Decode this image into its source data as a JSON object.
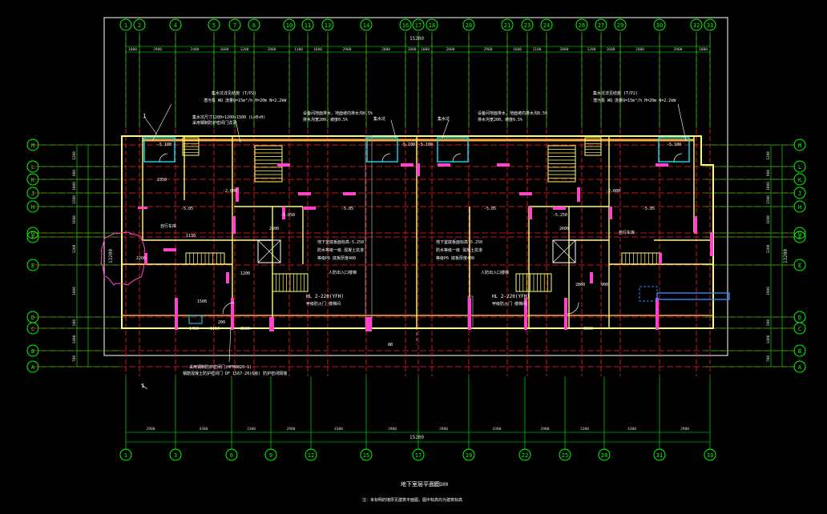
{
  "drawing": {
    "title": "地下室层平面图",
    "scale": "1:100",
    "note": "注：未标明的墙厚见建筑平面图，图中标高均为建筑标高"
  },
  "colors": {
    "background": "#000000",
    "grid_axis": "#00ff00",
    "axis_line": "#ff2020",
    "wall": "#ffff66",
    "wall_fill": "#ffaa44",
    "column": "#ff44cc",
    "dimension": "#dddddd",
    "annotation": "#ffffff",
    "fixture": "#00e5ff",
    "frame": "#ffffff",
    "cloud": "#ff44cc",
    "blue_elements": "#3388ff"
  },
  "axes": {
    "top": [
      "1",
      "2",
      "4",
      "5",
      "7",
      "8",
      "10",
      "11",
      "13",
      "14",
      "16",
      "17",
      "18",
      "20",
      "21",
      "23",
      "24",
      "26",
      "27",
      "29",
      "30",
      "32",
      "33"
    ],
    "bottom": [
      "1",
      "3",
      "6",
      "9",
      "12",
      "15",
      "17",
      "19",
      "22",
      "25",
      "28",
      "31",
      "33"
    ],
    "rows": [
      "M",
      "L",
      "K",
      "J",
      "H",
      "G",
      "F",
      "E",
      "D",
      "C",
      "B",
      "A"
    ]
  },
  "dimensions": {
    "top_overall": "15200",
    "top_segments": [
      "1000",
      "2900",
      "2400",
      "1600",
      "1200",
      "2800",
      "1100",
      "1600",
      "2900",
      "2000",
      "1000",
      "1000",
      "2000",
      "2900",
      "1600",
      "1100",
      "2800",
      "1200",
      "1600",
      "2400",
      "2900",
      "1000"
    ],
    "bottom_segments": [
      "2900",
      "4300",
      "2300",
      "2900",
      "4300",
      "2900",
      "2900",
      "4300",
      "2900",
      "2300",
      "4300",
      "2900"
    ],
    "bottom_overall": "15200",
    "left_segments": [
      "1200",
      "900",
      "1000",
      "1500",
      "1600",
      "1200",
      "1900",
      "500",
      "1400",
      "700"
    ],
    "left_total": "13200",
    "right_segments": [
      "1200",
      "900",
      "1000",
      "1500",
      "1600",
      "1200",
      "1900",
      "500",
      "1400",
      "700"
    ],
    "right_total": "13200"
  },
  "annotations": {
    "top_left": "集水坑详见结施 (T/P2)",
    "top_left_2": "潜污泵 WQ 流量Q=15m³/h H=20m N=2.2kW",
    "top_left_3": "集水坑尺寸1200×1200×1500 (L×B×H)",
    "top_left_4": "采用钢制防护密闭门详见",
    "top_right": "集水坑详见结施 (T/P2)",
    "top_right_2": "潜污泵 WQ 流量Q=15m³/h H=20m N=2.2kW",
    "mid_left": "设备间地面排水，地面坡向排水沟0.5%",
    "mid_left_2": "排水沟宽200，坡度0.5%",
    "mid_right": "设备间地面排水，地面坡向排水沟0.5%",
    "mid_right_2": "排水沟宽200，坡度0.5%",
    "pit_left": "集水坑",
    "pit_right": "集水坑",
    "center_left_1": "地下室底板面标高-5.250",
    "center_left_2": "防水等级一级 混凝土抗渗",
    "center_left_3": "等级P6 底板厚度400",
    "center_right_1": "地下室底板面标高-5.250",
    "center_right_2": "防水等级一级 混凝土抗渗",
    "center_right_3": "等级P6 底板厚度400",
    "stair_left": "HL 2-220(YFH)",
    "stair_left_2": "甲级防火门 楼梯间",
    "stair_right": "HL 2-220(YFH)",
    "stair_right_2": "甲级防火门 楼梯间",
    "stair_label_left": "人防出入口楼梯",
    "stair_label_right": "人防出入口楼梯",
    "bottom_note": "采用钢制防护密闭门(HFM0820-1)",
    "bottom_note_2": "钢筋混凝土防护密闭门 DF 1567-20(6级) 防护密闭隔墙",
    "room_left": "自行车库",
    "room_right": "自行车库",
    "section_mark": "1",
    "elev_1": "-5.100",
    "elev_2": "-5.05",
    "elev_3": "-5.050",
    "elev_4": "-2.000",
    "elev_5": "-5.250",
    "dim_2350": "2350",
    "dim_1500": "1500",
    "dim_2200": "2200",
    "dim_1130": "1130",
    "dim_3500": "3500",
    "dim_3900": "3900",
    "dim_1200": "1200",
    "dim_2800": "2800",
    "dim_2600": "2600",
    "dim_200": "200",
    "dim_900": "900",
    "dim_1450": "1450",
    "dim_1150": "1150",
    "ab_label": "AB"
  }
}
